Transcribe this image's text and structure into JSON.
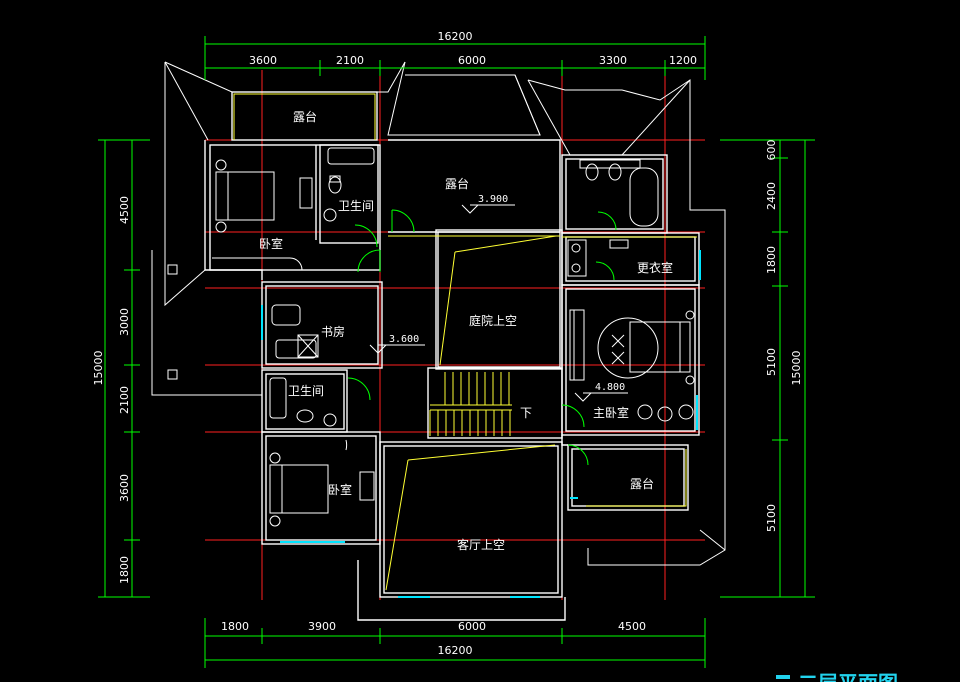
{
  "dimensions": {
    "top_total": "16200",
    "top_segments": [
      "3600",
      "2100",
      "6000",
      "3300",
      "1200"
    ],
    "bottom_segments": [
      "1800",
      "3900",
      "6000",
      "4500"
    ],
    "bottom_total": "16200",
    "left_segments": [
      "4500",
      "3000",
      "2100",
      "3600",
      "1800"
    ],
    "left_total": "15000",
    "right_segments": [
      "600",
      "2400",
      "1800",
      "5100",
      "5100"
    ],
    "right_total": "15000"
  },
  "rooms": {
    "terrace_top_left": "露台",
    "terrace_top_center": "露台",
    "terrace_right": "露台",
    "bedroom_top_left": "卧室",
    "bath_top_left": "卫生间",
    "study": "书房",
    "bath_left": "卫生间",
    "bedroom_bottom_left": "卧室",
    "courtyard_void": "庭院上空",
    "living_void": "客厅上空",
    "dressing_room": "更衣室",
    "master_bedroom": "主卧室",
    "stair_down": "下"
  },
  "levels": {
    "terrace_center": "3.900",
    "study_corridor": "3.600",
    "master_bedroom": "4.800"
  },
  "title": "二层平面图",
  "colors": {
    "wall": "#ffffff",
    "dim_line": "#00ff00",
    "axis": "#ff2020",
    "window": "#00e5ff",
    "roof": "#ffffff",
    "void_line": "#ffff33",
    "title": "#22d3ee"
  }
}
